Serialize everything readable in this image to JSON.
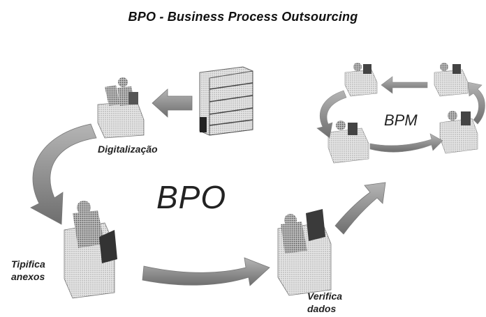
{
  "title": "BPO - Business Process Outsourcing",
  "center_label": "BPO",
  "bpm_label": "BPM",
  "steps": {
    "digitalizacao": "Digitalização",
    "tipifica": [
      "Tipifica",
      "anexos"
    ],
    "verifica": [
      "Verifica",
      "dados"
    ]
  },
  "colors": {
    "arrow": "#8f8f8f",
    "arrow_dark": "#6a6a6a",
    "desk": "#d9d9d9",
    "cabinet": "#c8c8c8",
    "text": "#1a1a1a"
  }
}
